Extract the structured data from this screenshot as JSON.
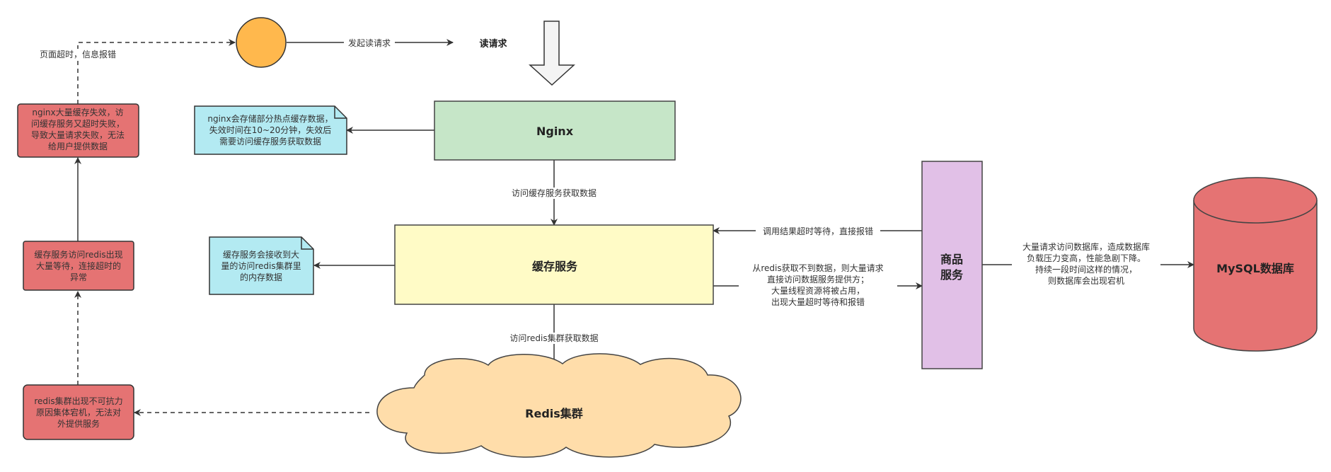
{
  "nodes": {
    "start_label": "读请求",
    "nginx": "Nginx",
    "cache_service": "缓存服务",
    "redis_cluster": "Redis集群",
    "product_service": [
      "商品",
      "服务"
    ],
    "mysql": "MySQL数据库"
  },
  "notes": {
    "nginx_note": [
      "nginx会存储部分热点缓存数据，",
      "失效时间在10~20分钟，失效后",
      "需要访问缓存服务获取数据"
    ],
    "cache_note": [
      "缓存服务会接收到大",
      "量的访问redis集群里",
      "的内存数据"
    ]
  },
  "failures": {
    "redis_down": [
      "redis集群出现不可抗力",
      "原因集体宕机，无法对",
      "外提供服务"
    ],
    "cache_wait": [
      "缓存服务访问redis出现",
      "大量等待，连接超时的",
      "异常"
    ],
    "nginx_fail": [
      "nginx大量缓存失效，访",
      "问缓存服务又超时失败，",
      "导致大量请求失败，无法",
      "给用户提供数据"
    ]
  },
  "edges": {
    "send_request": "发起读请求",
    "page_timeout": "页面超时，信息报错",
    "nginx_to_cache": "访问缓存服务获取数据",
    "cache_to_redis": "访问redis集群获取数据",
    "product_to_cache": "调用结果超时等待，直接报错",
    "cache_to_product": [
      "从redis获取不到数据，则大量请求",
      "直接访问数据服务提供方；",
      "大量线程资源将被占用，",
      "出现大量超时等待和报错"
    ],
    "product_to_mysql": [
      "大量请求访问数据库，造成数据库",
      "负载压力变高，性能急剧下降。",
      "持续一段时间这样的情况，",
      "则数据库会出现宕机"
    ]
  },
  "colors": {
    "start_circle": "#FFB84D",
    "nginx_fill": "#C6E6C8",
    "cache_fill": "#FFFBC6",
    "redis_fill": "#FFDDAA",
    "product_fill": "#E1C0E7",
    "mysql_fill": "#E57373",
    "note_fill": "#B3EAF2",
    "fail_fill": "#E57373"
  }
}
